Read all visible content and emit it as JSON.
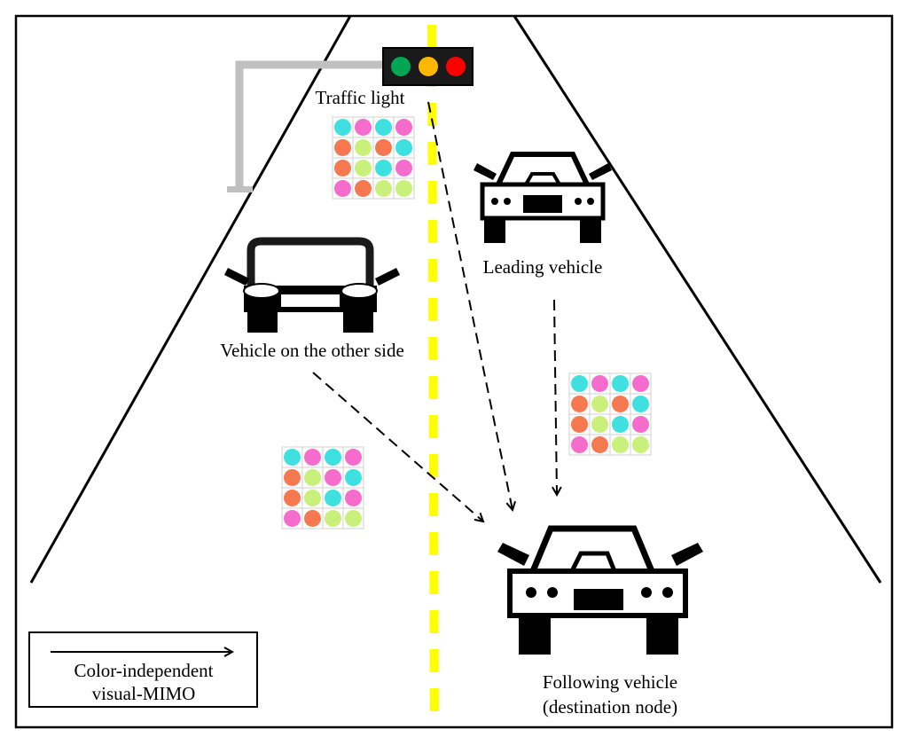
{
  "labels": {
    "traffic_light": "Traffic light",
    "leading_vehicle": "Leading vehicle",
    "other_side_vehicle": "Vehicle on the other side",
    "following_vehicle_line1": "Following vehicle",
    "following_vehicle_line2": "(destination node)"
  },
  "legend": {
    "line1": "Color-independent",
    "line2": "visual-MIMO"
  },
  "traffic_light_colors": [
    "#00a651",
    "#ffb800",
    "#ff0000"
  ],
  "road_center_line_color": "#ffff00",
  "pole_color": "#c0c0c0",
  "mimo_palette": {
    "cyan": "#3ee0e0",
    "pink": "#f56ccc",
    "orange": "#f5784f",
    "lime": "#c8f07a"
  },
  "mimo_patterns": [
    {
      "name": "traffic-light-pattern",
      "grid": [
        [
          "cyan",
          "pink",
          "cyan",
          "pink"
        ],
        [
          "orange",
          "lime",
          "orange",
          "cyan"
        ],
        [
          "orange",
          "lime",
          "cyan",
          "pink"
        ],
        [
          "pink",
          "orange",
          "lime",
          "lime"
        ]
      ]
    },
    {
      "name": "leading-vehicle-pattern",
      "grid": [
        [
          "cyan",
          "pink",
          "cyan",
          "pink"
        ],
        [
          "orange",
          "lime",
          "orange",
          "cyan"
        ],
        [
          "orange",
          "lime",
          "cyan",
          "pink"
        ],
        [
          "pink",
          "orange",
          "lime",
          "lime"
        ]
      ]
    },
    {
      "name": "other-side-vehicle-pattern",
      "grid": [
        [
          "cyan",
          "pink",
          "cyan",
          "pink"
        ],
        [
          "orange",
          "lime",
          "pink",
          "cyan"
        ],
        [
          "orange",
          "lime",
          "cyan",
          "pink"
        ],
        [
          "pink",
          "orange",
          "lime",
          "lime"
        ]
      ]
    }
  ]
}
